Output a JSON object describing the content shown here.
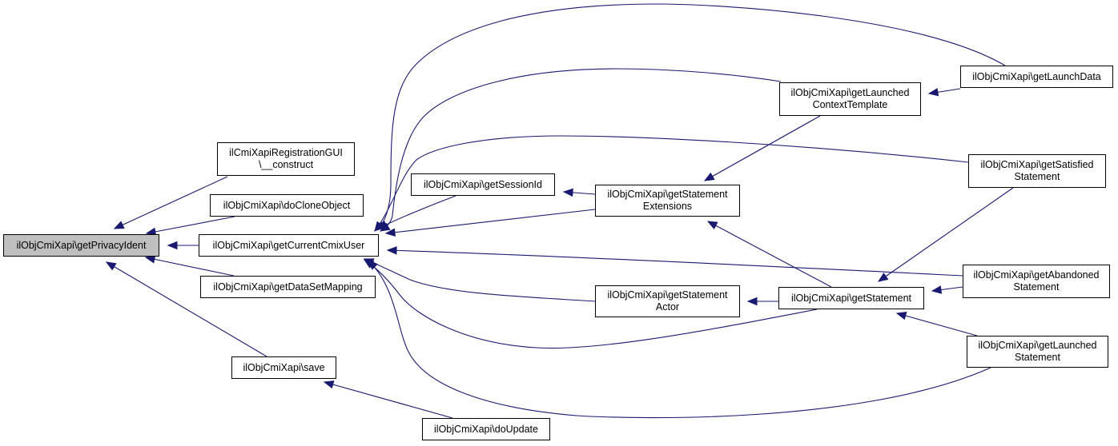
{
  "graph": {
    "type": "caller-graph",
    "edge_color": "#191970",
    "root_fill": "#bfbfbf",
    "nodes": [
      {
        "id": "getPrivacyIdent",
        "label": "ilObjCmiXapi\\getPrivacyIdent",
        "root": true
      },
      {
        "id": "regGuiConstruct",
        "label": "ilCmiXapiRegistrationGUI\n\\__construct"
      },
      {
        "id": "doCloneObject",
        "label": "ilObjCmiXapi\\doCloneObject"
      },
      {
        "id": "getCurrentCmixUser",
        "label": "ilObjCmiXapi\\getCurrentCmixUser"
      },
      {
        "id": "getDataSetMapping",
        "label": "ilObjCmiXapi\\getDataSetMapping"
      },
      {
        "id": "save",
        "label": "ilObjCmiXapi\\save"
      },
      {
        "id": "doUpdate",
        "label": "ilObjCmiXapi\\doUpdate"
      },
      {
        "id": "getSessionId",
        "label": "ilObjCmiXapi\\getSessionId"
      },
      {
        "id": "getStatementExtensions",
        "label": "ilObjCmiXapi\\getStatement\nExtensions"
      },
      {
        "id": "getStatementActor",
        "label": "ilObjCmiXapi\\getStatement\nActor"
      },
      {
        "id": "getLaunchedContextTemplate",
        "label": "ilObjCmiXapi\\getLaunched\nContextTemplate"
      },
      {
        "id": "getStatement",
        "label": "ilObjCmiXapi\\getStatement"
      },
      {
        "id": "getLaunchData",
        "label": "ilObjCmiXapi\\getLaunchData"
      },
      {
        "id": "getSatisfiedStatement",
        "label": "ilObjCmiXapi\\getSatisfied\nStatement"
      },
      {
        "id": "getAbandonedStatement",
        "label": "ilObjCmiXapi\\getAbandoned\nStatement"
      },
      {
        "id": "getLaunchedStatement",
        "label": "ilObjCmiXapi\\getLaunched\nStatement"
      }
    ],
    "edges": [
      {
        "from": "regGuiConstruct",
        "to": "getPrivacyIdent"
      },
      {
        "from": "doCloneObject",
        "to": "getPrivacyIdent"
      },
      {
        "from": "getCurrentCmixUser",
        "to": "getPrivacyIdent"
      },
      {
        "from": "getDataSetMapping",
        "to": "getPrivacyIdent"
      },
      {
        "from": "save",
        "to": "getPrivacyIdent"
      },
      {
        "from": "doUpdate",
        "to": "save"
      },
      {
        "from": "getSessionId",
        "to": "getCurrentCmixUser"
      },
      {
        "from": "getStatementExtensions",
        "to": "getCurrentCmixUser"
      },
      {
        "from": "getStatementActor",
        "to": "getCurrentCmixUser"
      },
      {
        "from": "getLaunchData",
        "to": "getCurrentCmixUser"
      },
      {
        "from": "getLaunchedContextTemplate",
        "to": "getCurrentCmixUser"
      },
      {
        "from": "getSatisfiedStatement",
        "to": "getCurrentCmixUser"
      },
      {
        "from": "getAbandonedStatement",
        "to": "getCurrentCmixUser"
      },
      {
        "from": "getStatement",
        "to": "getCurrentCmixUser"
      },
      {
        "from": "getLaunchedStatement",
        "to": "getCurrentCmixUser"
      },
      {
        "from": "getStatementExtensions",
        "to": "getSessionId"
      },
      {
        "from": "getStatement",
        "to": "getStatementActor"
      },
      {
        "from": "getLaunchedContextTemplate",
        "to": "getStatementExtensions"
      },
      {
        "from": "getStatement",
        "to": "getStatementExtensions"
      },
      {
        "from": "getLaunchData",
        "to": "getLaunchedContextTemplate"
      },
      {
        "from": "getSatisfiedStatement",
        "to": "getStatement"
      },
      {
        "from": "getAbandonedStatement",
        "to": "getStatement"
      },
      {
        "from": "getLaunchedStatement",
        "to": "getStatement"
      }
    ]
  }
}
